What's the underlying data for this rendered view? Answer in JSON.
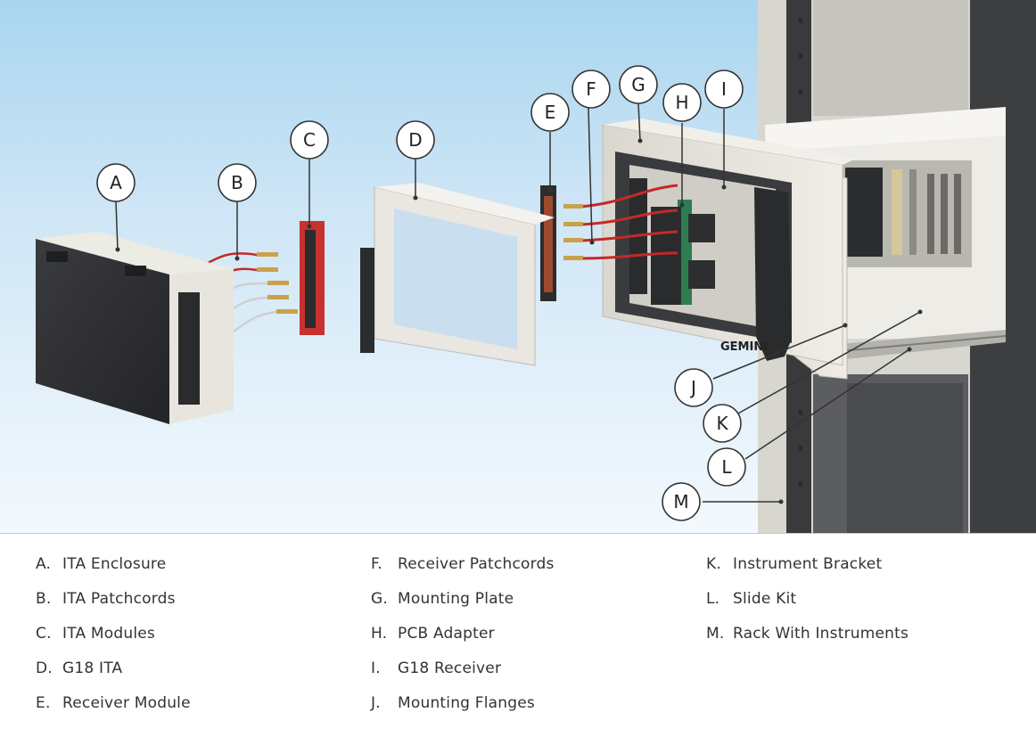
{
  "callouts": [
    {
      "letter": "A",
      "label": "ITA Enclosure"
    },
    {
      "letter": "B",
      "label": "ITA Patchcords"
    },
    {
      "letter": "C",
      "label": "ITA Modules"
    },
    {
      "letter": "D",
      "label": "G18 ITA"
    },
    {
      "letter": "E",
      "label": "Receiver Module"
    },
    {
      "letter": "F",
      "label": "Receiver Patchcords"
    },
    {
      "letter": "G",
      "label": "Mounting Plate"
    },
    {
      "letter": "H",
      "label": "PCB Adapter"
    },
    {
      "letter": "I",
      "label": "G18 Receiver"
    },
    {
      "letter": "J",
      "label": "Mounting Flanges"
    },
    {
      "letter": "K",
      "label": "Instrument Bracket"
    },
    {
      "letter": "L",
      "label": "Slide Kit"
    },
    {
      "letter": "M",
      "label": "Rack With Instruments"
    }
  ],
  "legend_rows": [
    {
      "letter": "A.",
      "label": "ITA Enclosure"
    },
    {
      "letter": "B.",
      "label": "ITA Patchcords"
    },
    {
      "letter": "C.",
      "label": "ITA Modules"
    },
    {
      "letter": "D.",
      "label": "G18 ITA"
    },
    {
      "letter": "E.",
      "label": "Receiver Module"
    },
    {
      "letter": "F.",
      "label": "Receiver Patchcords"
    },
    {
      "letter": "G.",
      "label": "Mounting Plate"
    },
    {
      "letter": "H.",
      "label": "PCB Adapter"
    },
    {
      "letter": "I.",
      "label": "G18 Receiver"
    },
    {
      "letter": "J.",
      "label": "Mounting Flanges"
    },
    {
      "letter": "K.",
      "label": "Instrument Bracket"
    },
    {
      "letter": "L.",
      "label": "Slide Kit"
    },
    {
      "letter": "M.",
      "label": "Rack With Instruments"
    }
  ],
  "brand_logo_text": "GEMINI",
  "colors": {
    "sky_top": "#a9d5f0",
    "panel_gray": "#e6e4dc",
    "enclosure_dark": "#2e2f31",
    "module_red": "#c8312f",
    "cable_red": "#c62828",
    "pin_gold": "#c8a24a",
    "callout_stroke": "#333333"
  }
}
